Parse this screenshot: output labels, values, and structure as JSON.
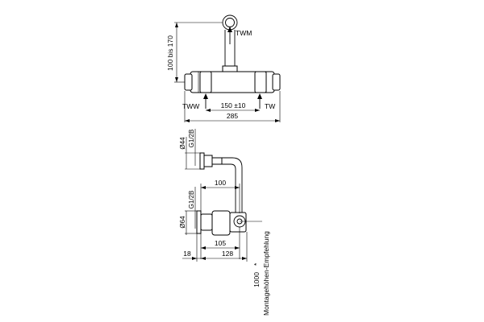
{
  "top_view": {
    "height_dim": "100 bis 170",
    "label_outlet": "TWM",
    "label_hot": "TWW",
    "label_cold": "TW",
    "dim_spacing": "150 ±10",
    "dim_width": "285"
  },
  "side_view": {
    "dim_dia_upper": "Ø44",
    "dim_thread_upper": "G1/2B",
    "dim_thread_lower": "G1/2B",
    "dim_dia_lower": "Ø64",
    "dim_100": "100",
    "dim_105": "105",
    "dim_128": "128",
    "dim_18": "18"
  },
  "footnote": {
    "asterisk": "*",
    "line1": "1000",
    "line2": "Montagehöhen-Empfehlung"
  }
}
